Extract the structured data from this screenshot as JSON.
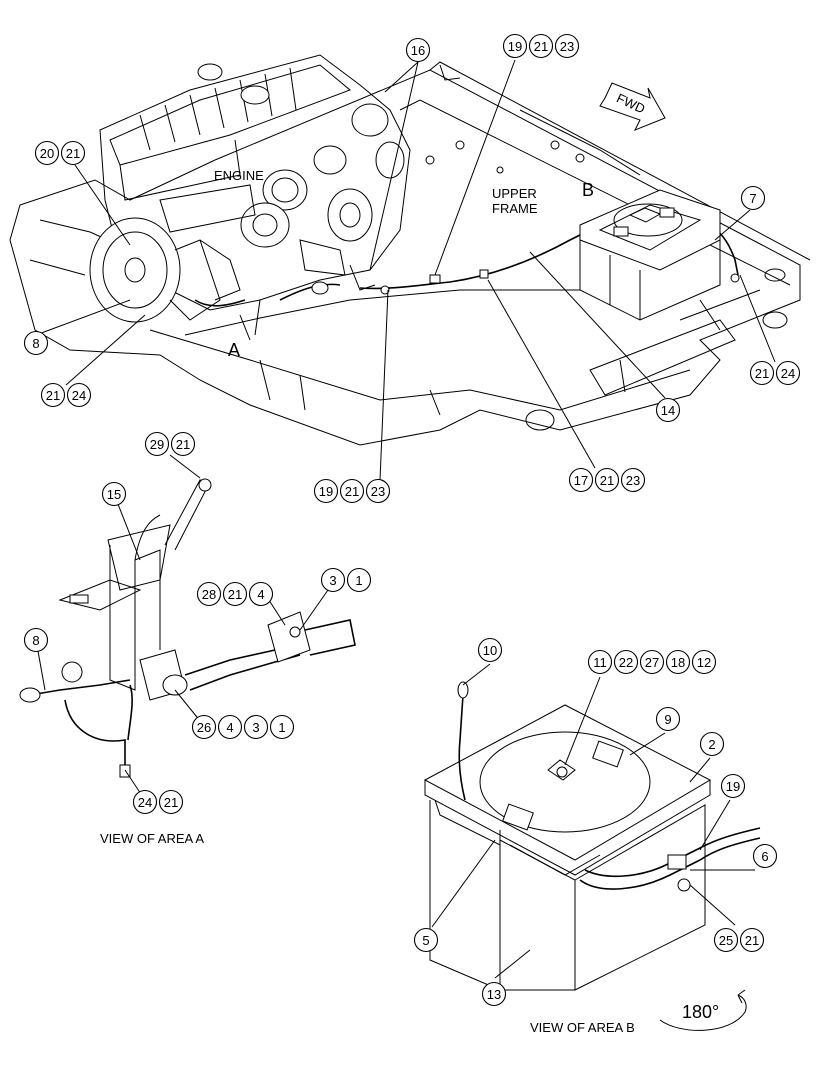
{
  "labels": {
    "engine": "ENGINE",
    "upper_frame_1": "UPPER",
    "upper_frame_2": "FRAME",
    "area_a": "A",
    "area_b": "B",
    "fwd": "FWD",
    "view_a": "VIEW OF AREA  A",
    "view_b": "VIEW OF AREA  B",
    "rotation": "180°"
  },
  "callouts": {
    "main": [
      [
        "16"
      ],
      [
        "19",
        "21",
        "23"
      ],
      [
        "20",
        "21"
      ],
      [
        "7"
      ],
      [
        "8"
      ],
      [
        "21",
        "24"
      ],
      [
        "21",
        "24"
      ],
      [
        "14"
      ],
      [
        "19",
        "21",
        "23"
      ],
      [
        "17",
        "21",
        "23"
      ]
    ],
    "view_a": [
      [
        "29",
        "21"
      ],
      [
        "15"
      ],
      [
        "28",
        "21",
        "4"
      ],
      [
        "3",
        "1"
      ],
      [
        "8"
      ],
      [
        "26",
        "4",
        "3",
        "1"
      ],
      [
        "24",
        "21"
      ]
    ],
    "view_b": [
      [
        "10"
      ],
      [
        "11",
        "22",
        "27",
        "18",
        "12"
      ],
      [
        "9"
      ],
      [
        "2"
      ],
      [
        "19"
      ],
      [
        "6"
      ],
      [
        "5"
      ],
      [
        "25",
        "21"
      ],
      [
        "13"
      ]
    ]
  }
}
